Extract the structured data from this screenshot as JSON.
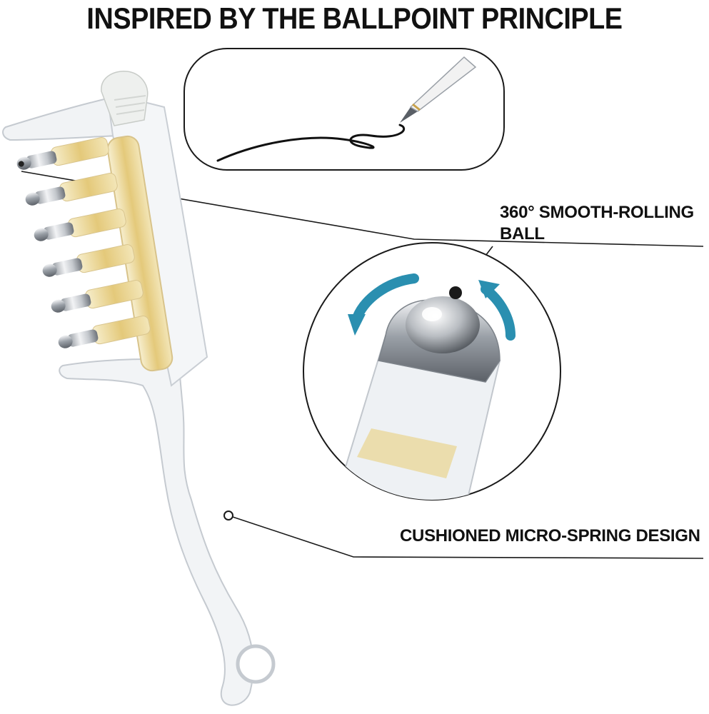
{
  "headline": "INSPIRED BY THE BALLPOINT PRINCIPLE",
  "callouts": {
    "ball_line1": "360° SMOOTH-ROLLING",
    "ball_line2": "BALL",
    "spring": "CUSHIONED MICRO-SPRING DESIGN"
  },
  "colors": {
    "text": "#111111",
    "accent_arrow": "#2a8fb0",
    "serum_gold": "#e9d48e",
    "chrome": "#b8bcc2",
    "acrylic": "#eef1f4"
  },
  "icons": [
    "ballpoint-pen-icon",
    "rotation-arrows-icon"
  ]
}
